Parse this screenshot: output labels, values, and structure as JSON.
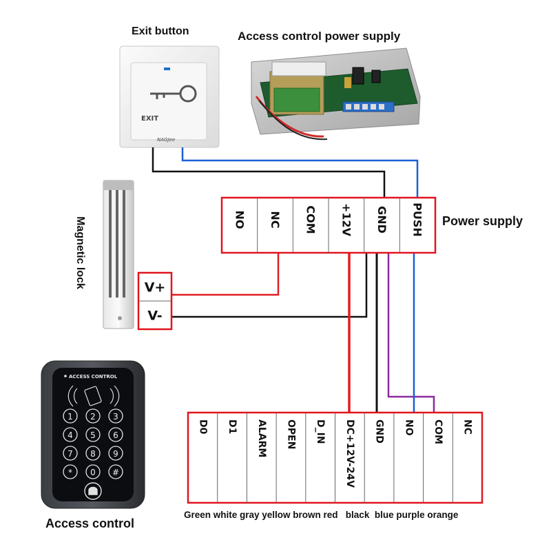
{
  "labels": {
    "exit_button": "Exit button",
    "ac_power_supply": "Access control power supply",
    "power_supply": "Power supply",
    "magnetic_lock": "Magnetic lock",
    "access_control": "Access control",
    "wire_colors": "Green white gray yellow brown red   black  blue purple orange"
  },
  "exit_plate": {
    "exit_text": "EXIT",
    "brand": "NAGJee"
  },
  "keypad": {
    "header": "ACCESS CONTROL",
    "keys": [
      "1",
      "2",
      "3",
      "4",
      "5",
      "6",
      "7",
      "8",
      "9",
      "*",
      "0",
      "#"
    ]
  },
  "power_terminals": [
    "NO",
    "NC",
    "COM",
    "+12V",
    "GND",
    "PUSH"
  ],
  "lock_terminals": [
    "V+",
    "V-"
  ],
  "controller_terminals": [
    "D0",
    "D1",
    "ALARM",
    "OPEN",
    "D_IN",
    "DC+12V-24V",
    "GND",
    "NO",
    "COM",
    "NC"
  ],
  "colors": {
    "terminal_border": "#e0141e",
    "wire_red": "#e01d23",
    "wire_black": "#111111",
    "wire_blue": "#1a5fd6",
    "wire_purple": "#8a2a9e",
    "plate": "#f2f2f2",
    "keypad_body": "#2a2c30",
    "keypad_face": "#0c0d10"
  }
}
